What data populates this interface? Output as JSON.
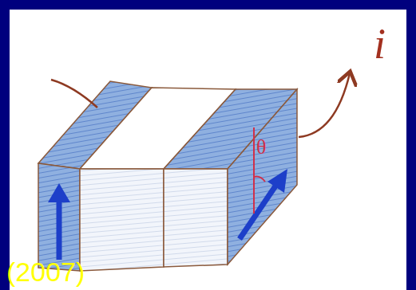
{
  "diagram": {
    "labels": [
      "i",
      "θ",
      "(2007)"
    ]
  }
}
